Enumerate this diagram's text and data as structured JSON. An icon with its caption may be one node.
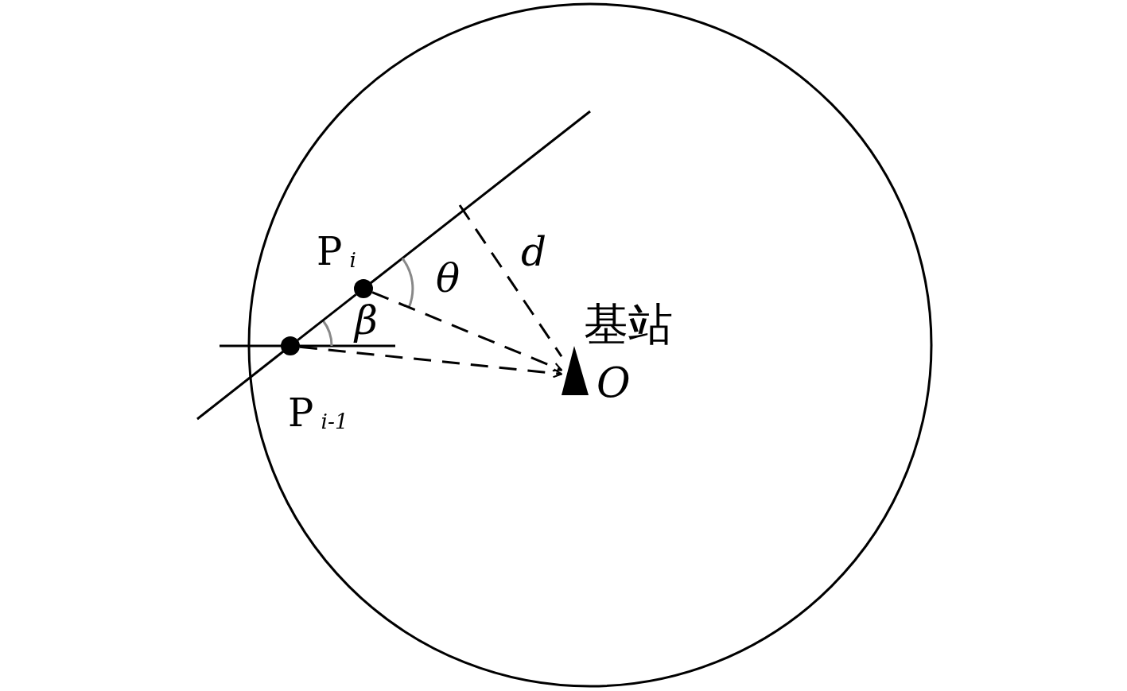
{
  "diagram": {
    "nodes": [
      {
        "text": [],
        "shape": "circle",
        "beside": [
          "P$_{i-1}$"
        ]
      },
      {
        "text": [],
        "shape": "circle",
        "beside": [
          "P$_{i}$"
        ]
      },
      {
        "text": [],
        "shape": "triangle",
        "beside": [
          "基站",
          "O"
        ]
      }
    ],
    "edges": [
      {
        "from": 0,
        "to": 1,
        "arrow": "none"
      },
      {
        "from": 0,
        "to": 2,
        "arrow": "to",
        "style": "dashed"
      },
      {
        "from": 1,
        "to": 2,
        "arrow": "to",
        "style": "dashed"
      },
      {
        "from": null,
        "to": 2,
        "arrow": "none",
        "style": "dashed",
        "label": "d"
      }
    ],
    "labels": [
      "θ",
      "β"
    ]
  }
}
